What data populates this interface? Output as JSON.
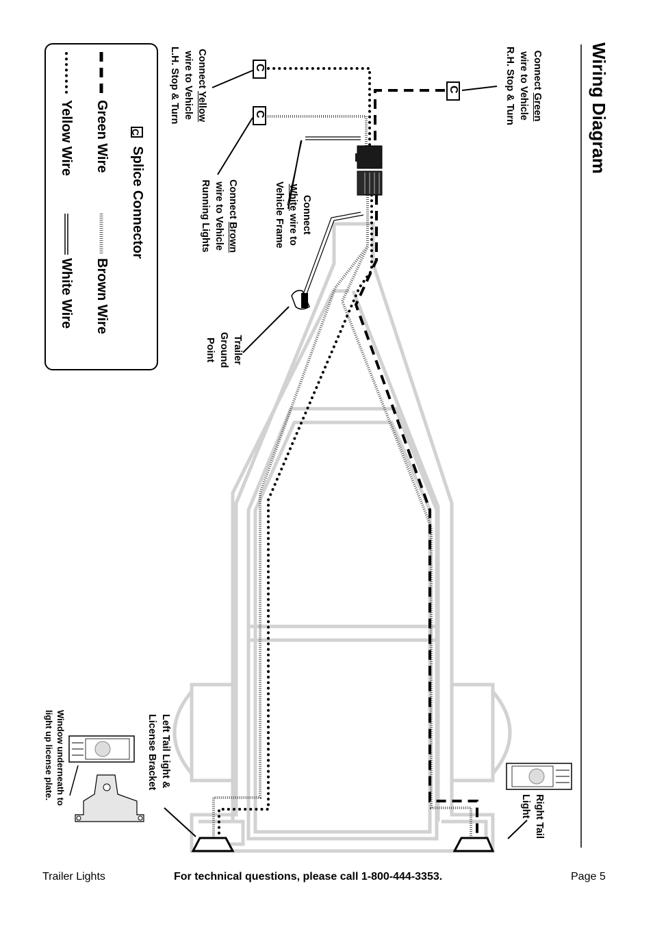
{
  "title": "Wiring Diagram",
  "legend": {
    "splice_symbol": "C",
    "splice_label": "Splice Connector",
    "green_label": "Green Wire",
    "brown_label": "Brown Wire",
    "yellow_label": "Yellow Wire",
    "white_label": "White Wire"
  },
  "callouts": {
    "green": {
      "l1a": "Connect ",
      "l1b": "Green",
      "l2": "wire to Vehicle",
      "l3": "R.H. Stop & Turn"
    },
    "yellow": {
      "l1a": "Connect ",
      "l1b": "Yellow",
      "l2": "wire to Vehicle",
      "l3": "L.H. Stop & Turn"
    },
    "white": {
      "l1": "Connect",
      "l2a": "White",
      "l2b": " wire to",
      "l3": "Vehicle Frame"
    },
    "brown": {
      "l1a": "Connect ",
      "l1b": "Brown",
      "l2": "wire to Vehicle",
      "l3": "Running Lights"
    },
    "ground": {
      "l1": "Trailer",
      "l2": "Ground",
      "l3": "Point"
    },
    "left_tail": {
      "l1": "Left Tail Light &",
      "l2": "License Bracket"
    },
    "right_tail": {
      "l1": "Right Tail",
      "l2": "Light"
    },
    "window": {
      "l1": "Window underneath to",
      "l2": "light up license plate."
    }
  },
  "splice_connectors": [
    "C",
    "C",
    "C"
  ],
  "footer": {
    "left": "Trailer Lights",
    "center": "For technical questions, please call 1-800-444-3353.",
    "right": "Page 5"
  }
}
